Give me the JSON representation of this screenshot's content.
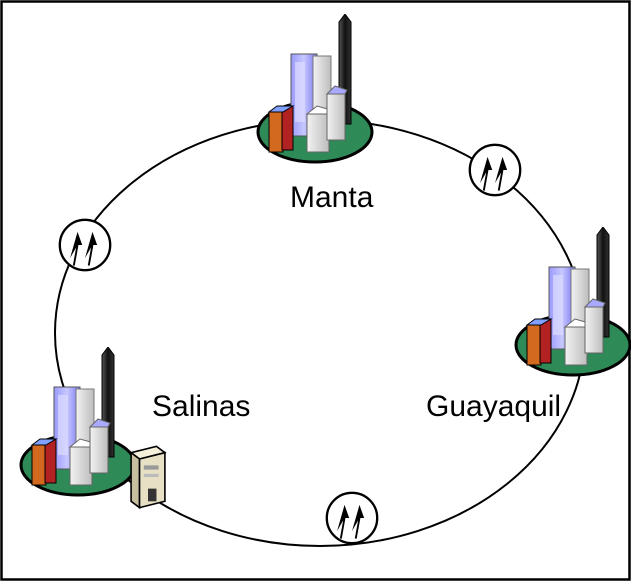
{
  "diagram": {
    "nodes": [
      {
        "id": "manta",
        "label": "Manta",
        "icon": "city-buildings-icon"
      },
      {
        "id": "guayaquil",
        "label": "Guayaquil",
        "icon": "city-buildings-icon"
      },
      {
        "id": "salinas",
        "label": "Salinas",
        "icon": "city-buildings-icon",
        "extra_icon": "server-tower-icon"
      }
    ],
    "links": [
      {
        "from": "manta",
        "to": "guayaquil",
        "icon": "microwave-link-icon"
      },
      {
        "from": "guayaquil",
        "to": "salinas",
        "icon": "microwave-link-icon"
      },
      {
        "from": "salinas",
        "to": "manta",
        "icon": "microwave-link-icon"
      }
    ],
    "topology": "ring",
    "colors": {
      "ground": "#2e8b57",
      "tower_dark": "#1a1a1a",
      "tower_blue": "#8b8bff",
      "tower_orange": "#d2691e",
      "tower_red": "#b22222",
      "tower_grey": "#d9d9d9"
    }
  }
}
